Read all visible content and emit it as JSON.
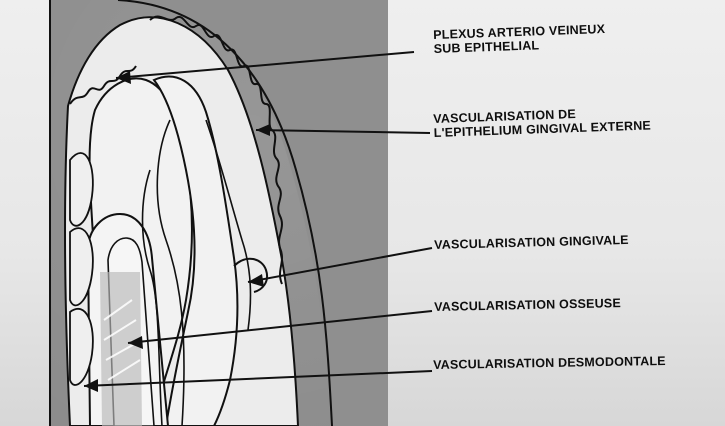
{
  "labels": {
    "plexus": "PLEXUS ARTERIO VEINEUX\nSUB EPITHELIAL",
    "epithelium": "VASCULARISATION DE\nL'EPITHELIUM GINGIVAL EXTERNE",
    "gingivale": "VASCULARISATION GINGIVALE",
    "osseuse": "VASCULARISATION OSSEUSE",
    "desmodontale": "VASCULARISATION DESMODONTALE"
  }
}
